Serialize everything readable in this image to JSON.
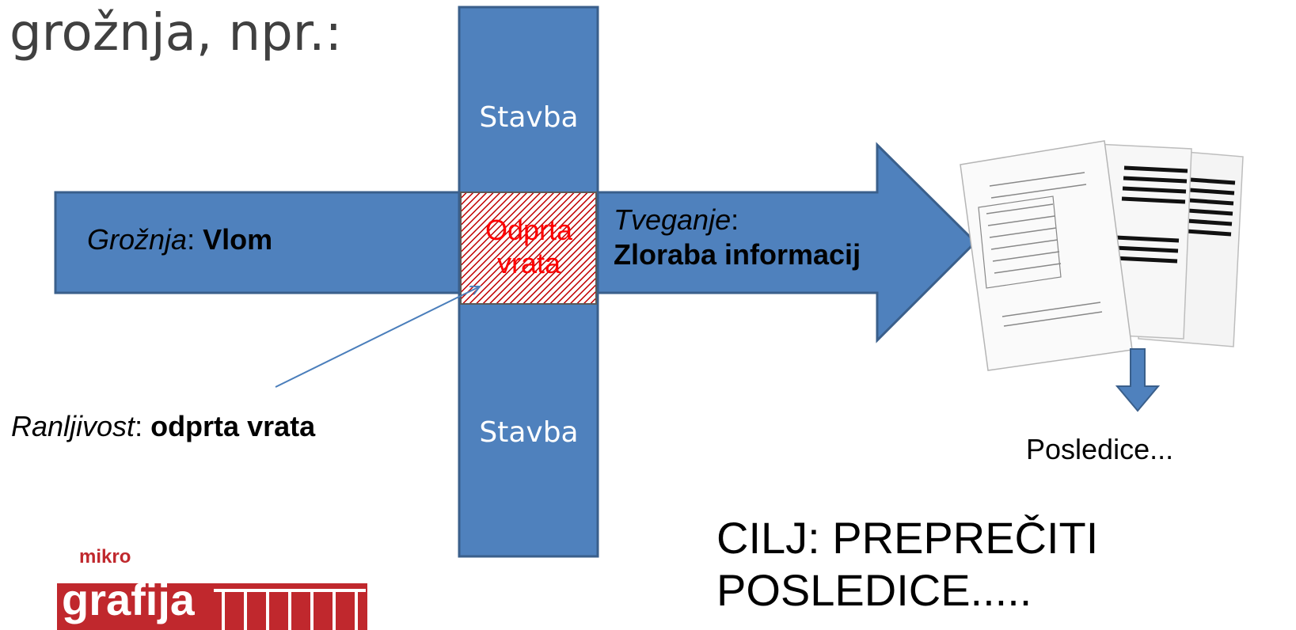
{
  "title": "grožnja, npr.:",
  "building": {
    "top_label": "Stavba",
    "bottom_label": "Stavba"
  },
  "threat": {
    "term": "Grožnja",
    "sep": ": ",
    "value": "Vlom"
  },
  "door": {
    "line1": "Odprta",
    "line2": "vrata"
  },
  "risk": {
    "term": "Tveganje",
    "sep": ":",
    "value": "Zloraba informacij"
  },
  "vulnerability": {
    "term": "Ranljivost",
    "sep": ": ",
    "value": "odprta vrata"
  },
  "consequences": "Posledice...",
  "goal": {
    "line1": "CILJ:  PREPREČITI",
    "line2": "POSLEDICE....."
  },
  "logo": {
    "top": "mikro",
    "main": "grafija"
  },
  "colors": {
    "shape_fill": "#4f81bd",
    "shape_stroke": "#3a5f8b",
    "door_text": "#ff0000",
    "logo": "#c0282d"
  },
  "icons": [
    "documents-stack-icon",
    "down-arrow-icon",
    "pointer-arrow-icon",
    "company-logo"
  ]
}
